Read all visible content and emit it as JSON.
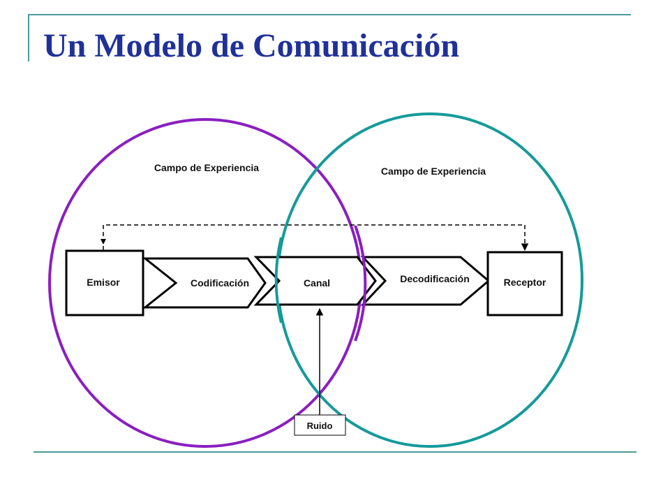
{
  "slide": {
    "title": "Un Modelo de Comunicación"
  },
  "diagram": {
    "left_field_label": "Campo de Experiencia",
    "right_field_label": "Campo de Experiencia",
    "emisor": "Emisor",
    "codificacion": "Codificación",
    "canal": "Canal",
    "decodificacion": "Decodificación",
    "receptor": "Receptor",
    "ruido": "Ruido"
  },
  "colors": {
    "title": "#1f3199",
    "rules": "#4a9a9a",
    "left_circle": "#8a1fc0",
    "right_circle": "#159a9a"
  }
}
